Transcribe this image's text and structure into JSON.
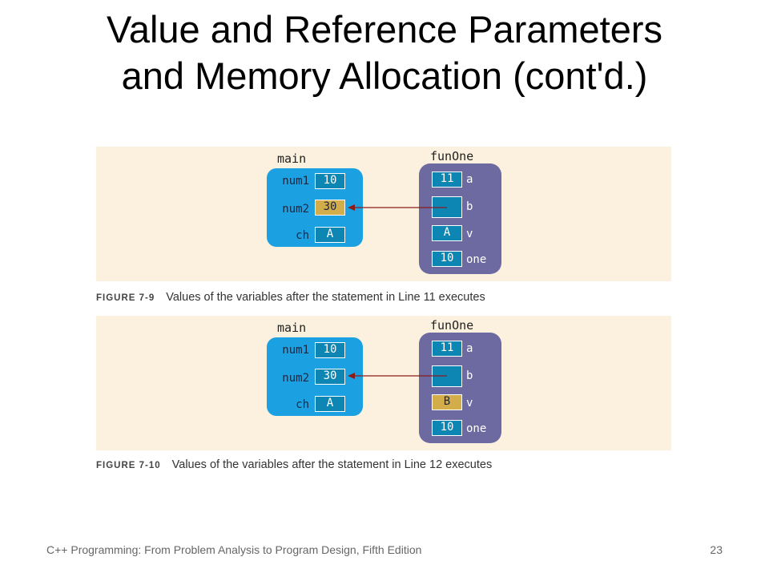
{
  "title": {
    "line1": "Value and Reference Parameters",
    "line2": "and Memory Allocation (cont'd.)"
  },
  "figures": [
    {
      "main_label": "main",
      "fun_label": "funOne",
      "main_vars": [
        {
          "name": "num1",
          "value": "10",
          "highlight": false
        },
        {
          "name": "num2",
          "value": "30",
          "highlight": true
        },
        {
          "name": "ch",
          "value": "A",
          "highlight": false
        }
      ],
      "params": [
        {
          "name": "a",
          "value": "11",
          "highlight": false
        },
        {
          "name": "b",
          "value": "",
          "highlight": false
        },
        {
          "name": "v",
          "value": "A",
          "highlight": false
        },
        {
          "name": "one",
          "value": "10",
          "highlight": false
        }
      ],
      "caption_label": "FIGURE 7-9",
      "caption_text": "Values of the variables after the statement in Line 11 executes"
    },
    {
      "main_label": "main",
      "fun_label": "funOne",
      "main_vars": [
        {
          "name": "num1",
          "value": "10",
          "highlight": false
        },
        {
          "name": "num2",
          "value": "30",
          "highlight": false
        },
        {
          "name": "ch",
          "value": "A",
          "highlight": false
        }
      ],
      "params": [
        {
          "name": "a",
          "value": "11",
          "highlight": false
        },
        {
          "name": "b",
          "value": "",
          "highlight": false
        },
        {
          "name": "v",
          "value": "B",
          "highlight": true
        },
        {
          "name": "one",
          "value": "10",
          "highlight": false
        }
      ],
      "caption_label": "FIGURE 7-10",
      "caption_text": "Values of the variables after the statement in Line 12 executes"
    }
  ],
  "footer": {
    "text": "C++ Programming: From Problem Analysis to Program Design, Fifth Edition",
    "page": "23"
  },
  "colors": {
    "panel_bg": "#fbf1de",
    "main_frame": "#1ba1e2",
    "fun_frame": "#6c6aa0",
    "highlight": "#d4ad4b",
    "arrow": "#8b1a1a"
  }
}
